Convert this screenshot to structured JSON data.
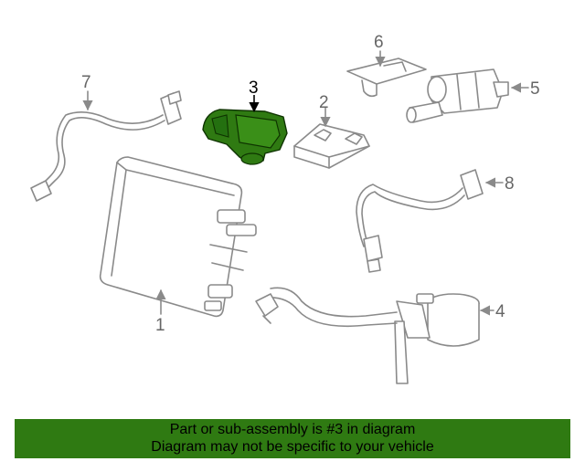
{
  "diagram": {
    "callouts": {
      "c1": "1",
      "c2": "2",
      "c3": "3",
      "c4": "4",
      "c5": "5",
      "c6": "6",
      "c7": "7",
      "c8": "8"
    },
    "highlighted_part": "3",
    "highlight_color": "#2f7a12",
    "line_color": "#8a8a8a"
  },
  "banner": {
    "line1": "Part or sub-assembly is #3 in diagram",
    "line2": "Diagram may not be specific to your vehicle",
    "background": "#2f7a12"
  }
}
